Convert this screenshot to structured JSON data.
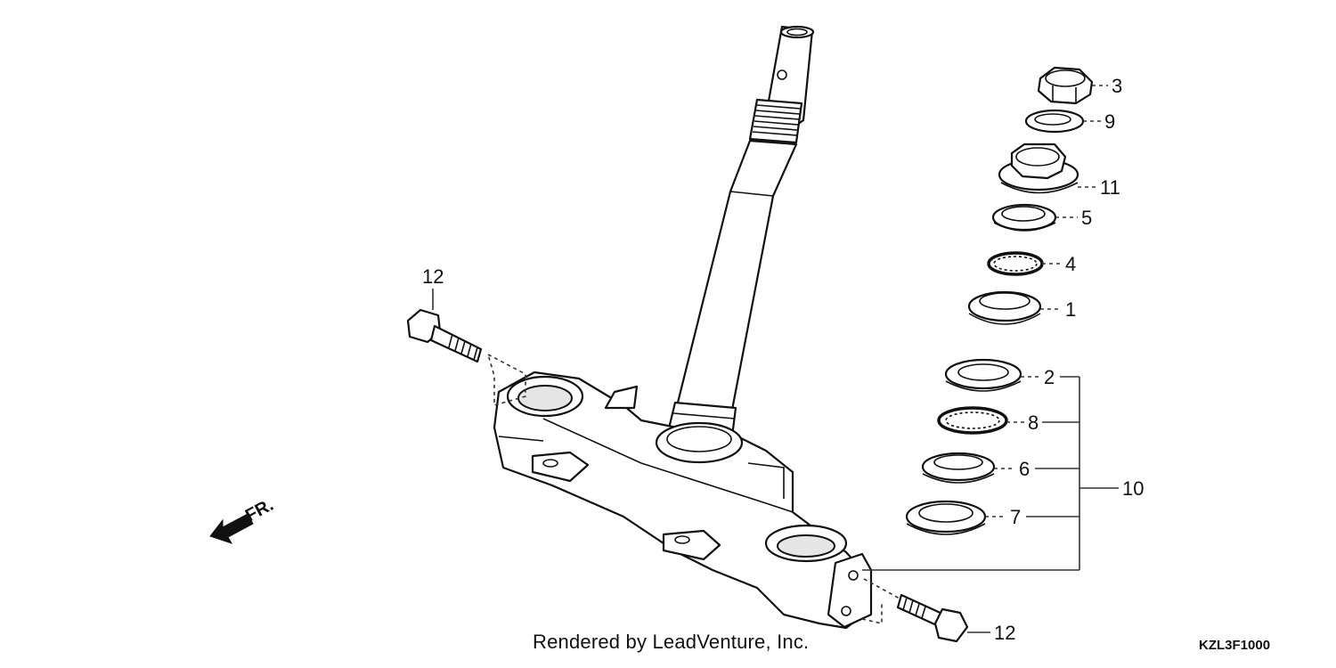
{
  "diagram": {
    "credit": "Rendered by LeadVenture, Inc.",
    "diagram_code": "KZL3F1000",
    "front_indicator": "FR.",
    "callouts": [
      "1",
      "2",
      "3",
      "4",
      "5",
      "6",
      "7",
      "8",
      "9",
      "10",
      "11",
      "12",
      "12"
    ],
    "icons": [
      "front-direction-arrow-icon"
    ]
  }
}
